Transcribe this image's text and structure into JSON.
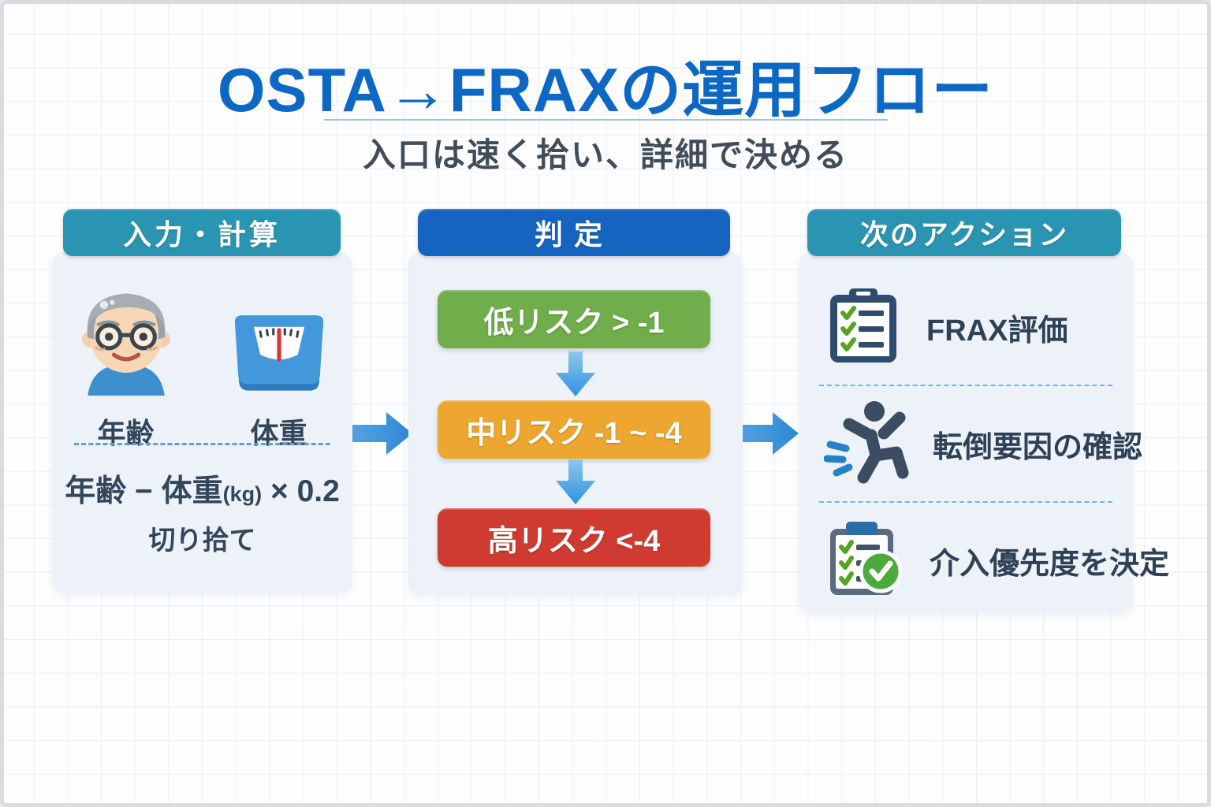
{
  "title": "OSTA→FRAXの運用フロー",
  "subtitle": "入口は速く拾い、詳細で決める",
  "colors": {
    "title_blue": "#0c68c4",
    "teal_header": "#2a95b2",
    "blue_header": "#1565c0",
    "low_risk_green": "#6fae4a",
    "mid_risk_orange": "#eda62f",
    "high_risk_red": "#cf3b30",
    "arrow_blue": "#3b92da",
    "panel_bg": "#edf2f9"
  },
  "columns": {
    "input": {
      "header": "入力・計算",
      "figures": [
        {
          "icon": "elderly-person-icon",
          "label": "年齢"
        },
        {
          "icon": "weight-scale-icon",
          "label": "体重"
        }
      ],
      "formula": {
        "left": "年齢 − 体重",
        "unit": "(kg)",
        "right": " × 0.2"
      },
      "note": "切り拾て"
    },
    "judgement": {
      "header": "判定",
      "levels": [
        {
          "label": "低リスク > -1",
          "color": "#6fae4a"
        },
        {
          "label": "中リスク -1 ~ -4",
          "color": "#eda62f"
        },
        {
          "label": "高リスク <-4",
          "color": "#cf3b30"
        }
      ]
    },
    "actions": {
      "header": "次のアクション",
      "items": [
        {
          "icon": "checklist-clipboard-icon",
          "label": "FRAX評価"
        },
        {
          "icon": "falling-person-icon",
          "label": "転倒要因の確認"
        },
        {
          "icon": "approved-clipboard-icon",
          "label": "介入優先度を決定"
        }
      ]
    }
  }
}
